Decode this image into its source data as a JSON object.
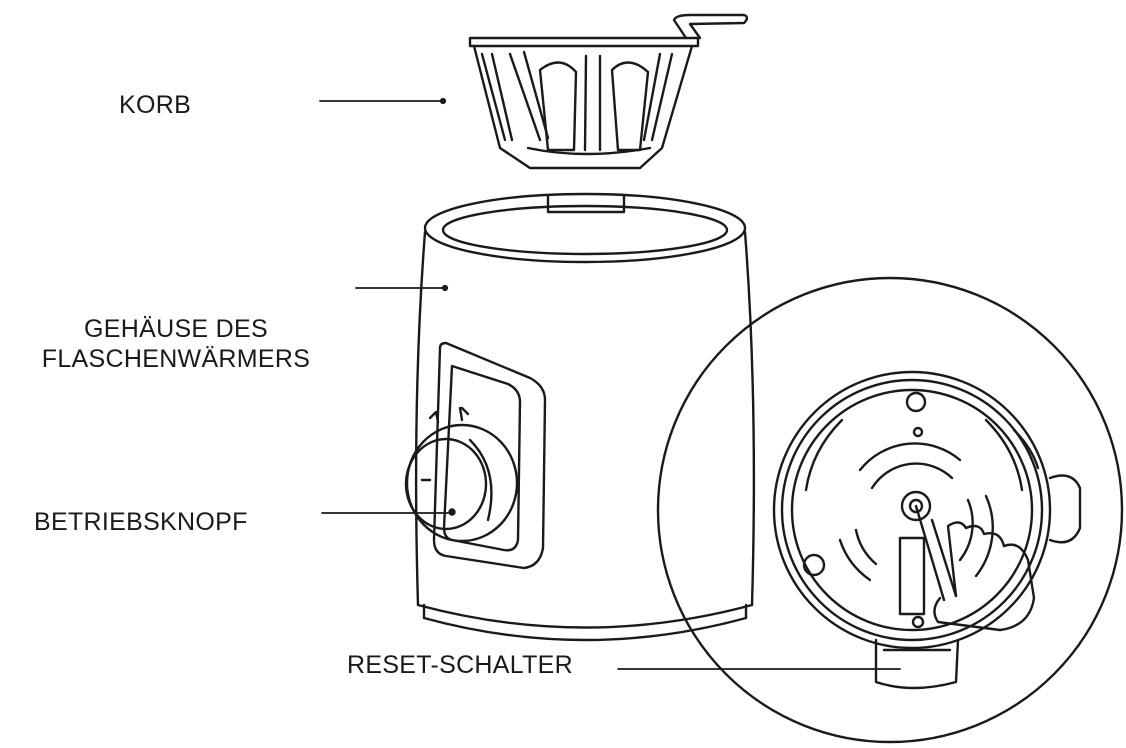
{
  "labels": {
    "basket": "KORB",
    "housing_line1": "GEHÄUSE DES",
    "housing_line2": "FLASCHENWÄRMERS",
    "knob": "BETRIEBSKNOPF",
    "reset": "RESET-SCHALTER"
  },
  "colors": {
    "ink": "#1a1a1a",
    "background": "#ffffff"
  }
}
